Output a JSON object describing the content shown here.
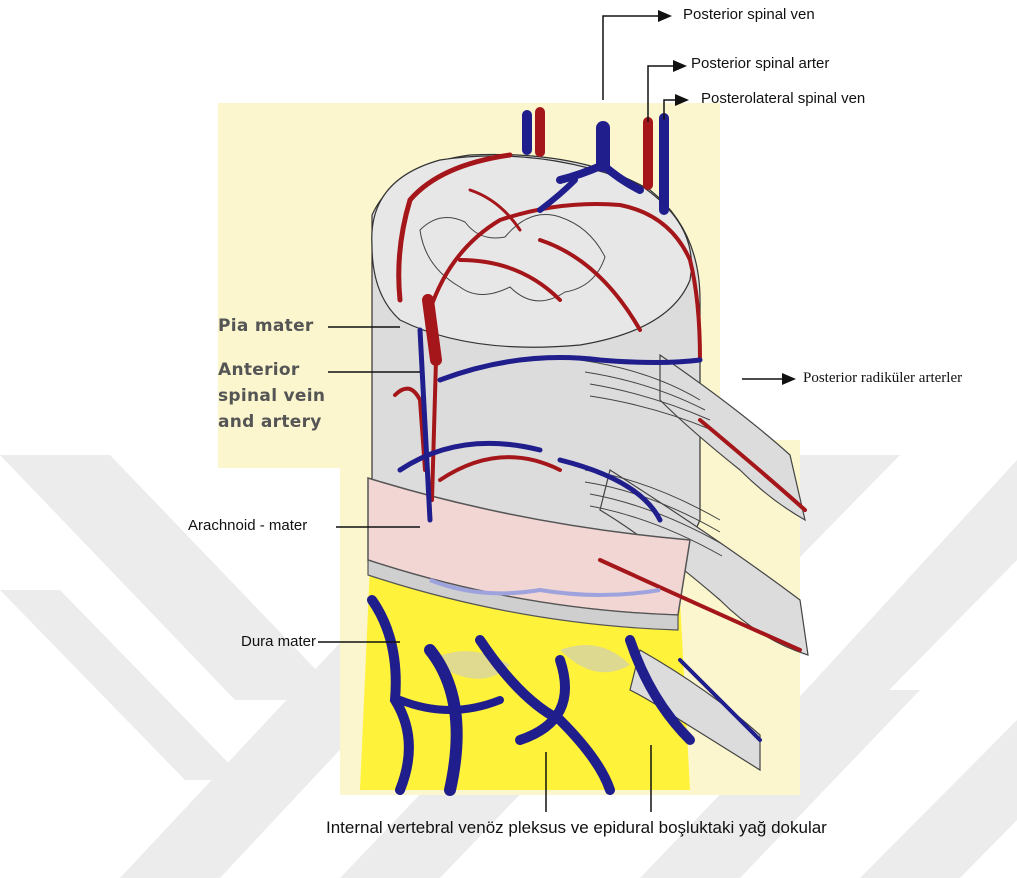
{
  "figure": {
    "labels_tr": {
      "posterior_spinal_vein": "Posterior spinal ven",
      "posterior_spinal_artery": "Posterior spinal arter",
      "posterolateral_spinal_vein": "Posterolateral spinal ven",
      "posterior_radicular_arteries": "Posterior radiküler arterler",
      "arachnoid_mater": "Arachnoid - mater",
      "dura_mater": "Dura mater",
      "caption": "Internal vertebral venöz pleksus ve epidural boşluktaki yağ  dokular"
    },
    "labels_en": {
      "pia_mater": "Pia mater",
      "anterior_line1": "Anterior",
      "anterior_line2": "spinal vein",
      "anterior_line3": "and artery"
    },
    "colors": {
      "background_panel": "#fbf6cd",
      "cord_fill": "#dcdcdc",
      "artery": "#a4161a",
      "vein": "#1f1e8c",
      "arachnoid": "#f1d6d4",
      "fat": "#fff23a",
      "watermark": "#e9e9e9"
    }
  }
}
